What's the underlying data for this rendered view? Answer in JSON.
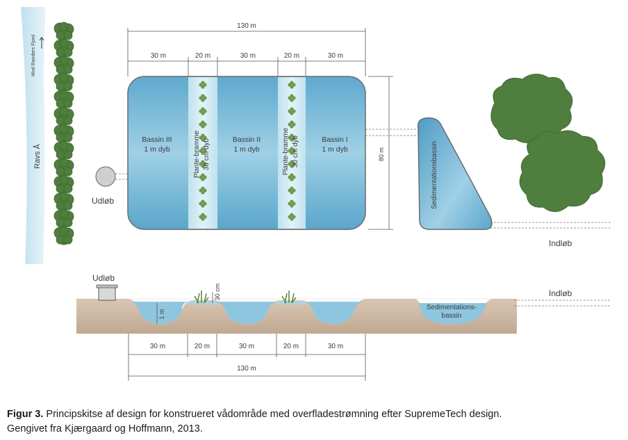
{
  "plan": {
    "total_width": "130 m",
    "segments": [
      "30 m",
      "20 m",
      "30 m",
      "20 m",
      "30 m"
    ],
    "height": "80 m",
    "basin3": {
      "name": "Bassin III",
      "depth": "1 m dyb"
    },
    "bramme1": {
      "name": "Plante-bramme",
      "depth": "30 cm dyb"
    },
    "basin2": {
      "name": "Bassin II",
      "depth": "1 m dyb"
    },
    "bramme2": {
      "name": "Plante-bramme",
      "depth": "30 cm dyb"
    },
    "basin1": {
      "name": "Bassin I",
      "depth": "1 m dyb"
    },
    "sedimentation": "Sedimentationsbassin",
    "outlet": "Udløb",
    "inlet": "Indløb",
    "river": "Ravs Å",
    "direction": "Mod Randers Fjord"
  },
  "section": {
    "outlet": "Udløb",
    "inlet": "Indløb",
    "depth_basin": "1 m",
    "depth_bramme": "30 cm",
    "sedimentation_line1": "Sedimentations-",
    "sedimentation_line2": "bassin",
    "segments": [
      "30 m",
      "20 m",
      "30 m",
      "20 m",
      "30 m"
    ],
    "total_width": "130 m"
  },
  "caption": {
    "label": "Figur 3.",
    "text_line1": " Principskitse af design for konstrueret vådområde med overfladestrømning efter SupremeTech design.",
    "text_line2": "Gengivet fra Kjærgaard og Hoffmann, 2013."
  },
  "colors": {
    "water": "#6fb3d3",
    "water_light": "#c9e6f1",
    "river": "#d7ecf5",
    "tree": "#4f7e3f",
    "soil": "#c9b39c"
  }
}
